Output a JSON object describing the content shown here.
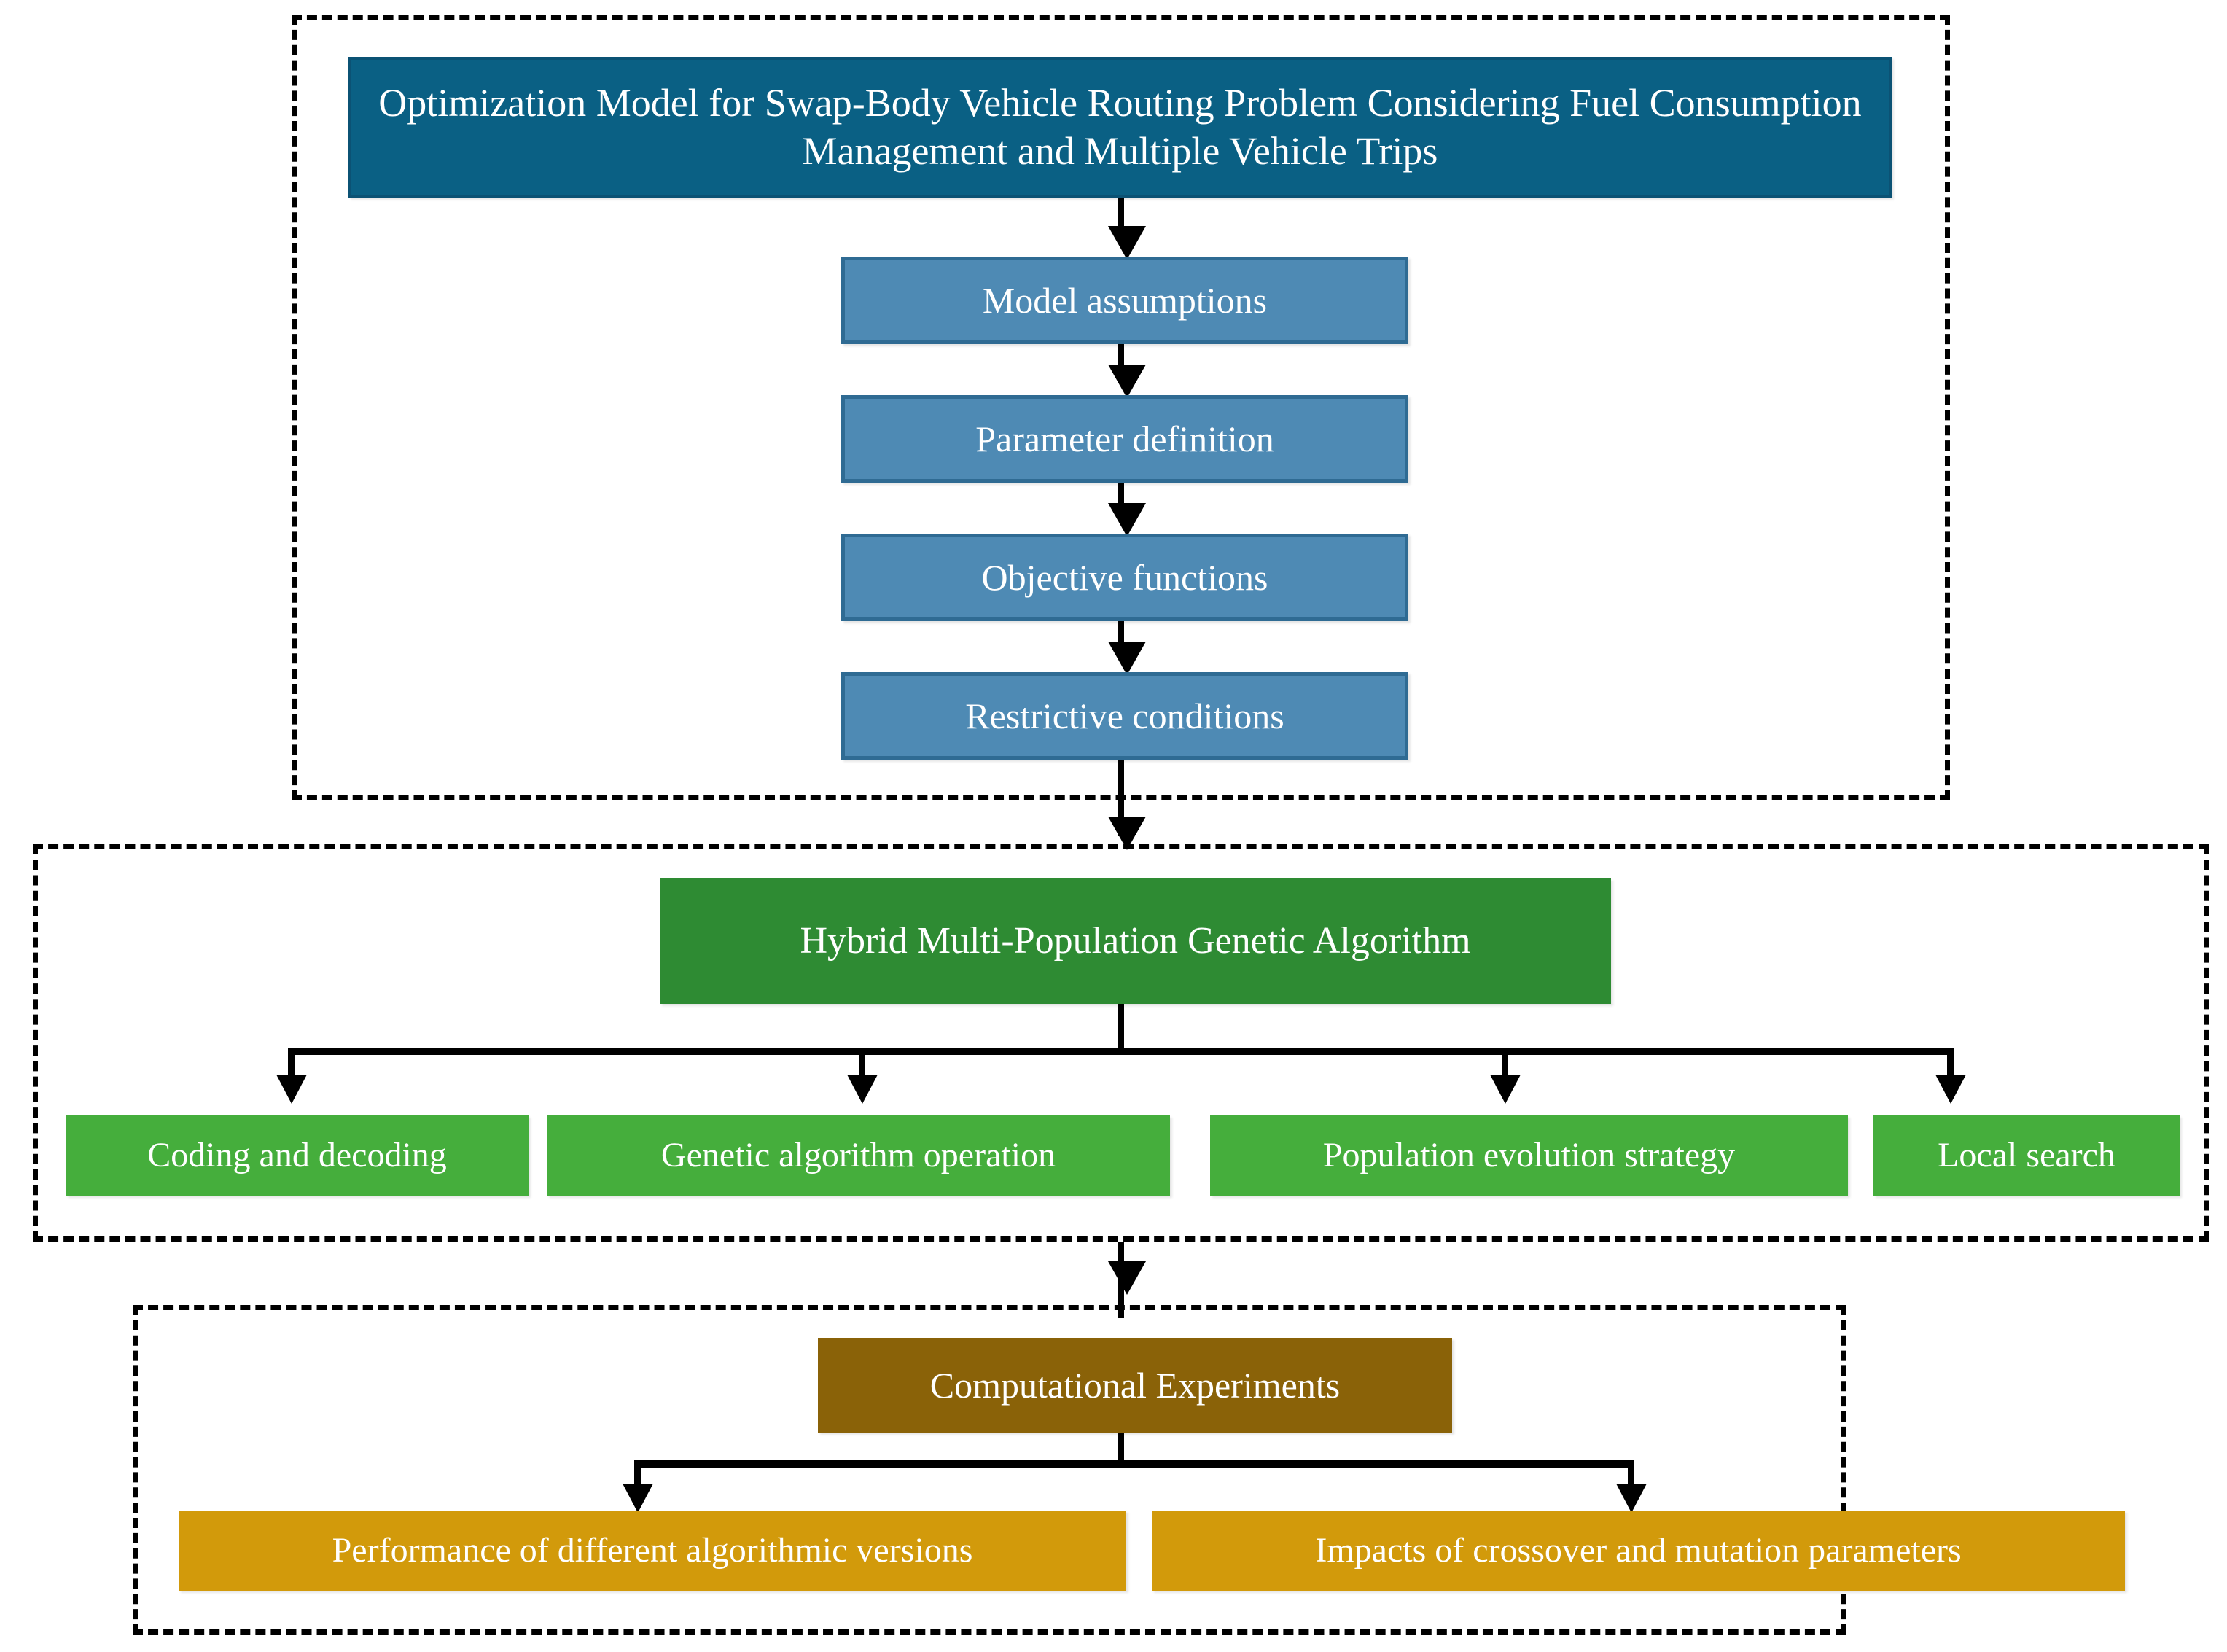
{
  "diagram": {
    "title": "Research framework flowchart",
    "sections": [
      {
        "id": "model-section",
        "header": {
          "label": "Optimization Model for Swap-Body Vehicle Routing Problem Considering Fuel Consumption Management and Multiple Vehicle Trips",
          "color": "#0A6084"
        },
        "steps": [
          {
            "label": "Model assumptions",
            "color": "#4E8AB4"
          },
          {
            "label": "Parameter definition",
            "color": "#4E8AB4"
          },
          {
            "label": "Objective functions",
            "color": "#4E8AB4"
          },
          {
            "label": "Restrictive conditions",
            "color": "#4E8AB4"
          }
        ]
      },
      {
        "id": "algorithm-section",
        "header": {
          "label": "Hybrid Multi-Population Genetic Algorithm",
          "color": "#2E8B33"
        },
        "children": [
          {
            "label": "Coding and decoding",
            "color": "#45AE3C"
          },
          {
            "label": "Genetic algorithm operation",
            "color": "#45AE3C"
          },
          {
            "label": "Population evolution strategy",
            "color": "#45AE3C"
          },
          {
            "label": "Local search",
            "color": "#45AE3C"
          }
        ]
      },
      {
        "id": "experiments-section",
        "header": {
          "label": "Computational Experiments",
          "color": "#8A6208"
        },
        "children": [
          {
            "label": "Performance of different algorithmic versions",
            "color": "#D29A0B"
          },
          {
            "label": "Impacts of crossover and mutation parameters",
            "color": "#D29A0B"
          }
        ]
      }
    ],
    "colors": {
      "frame_border": "#000000",
      "connector": "#000000",
      "text_on_fill": "#FFFFFF",
      "background": "#FFFFFF"
    }
  }
}
